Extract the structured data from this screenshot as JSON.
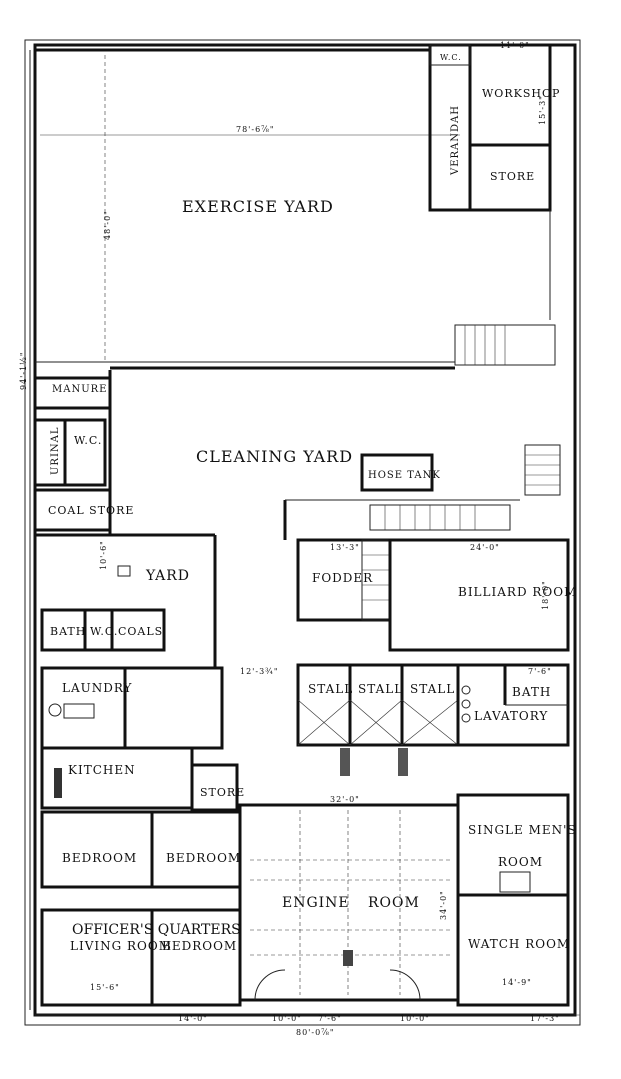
{
  "rooms": {
    "exercise_yard": "EXERCISE YARD",
    "workshop": "WORKSHOP",
    "verandah": "VERANDAH",
    "store_top": "STORE",
    "wc_top": "W.C.",
    "manure": "MANURE",
    "urinal": "URINAL",
    "wc_left": "W.C.",
    "cleaning_yard": "CLEANING YARD",
    "hose_tank": "HOSE TANK",
    "coal_store": "COAL STORE",
    "yard": "YARD",
    "fodder": "FODDER",
    "billiard_room": "BILLIARD ROOM",
    "bath_left": "BATH",
    "wc_mid": "W.C.",
    "coals": "COALS",
    "laundry": "LAUNDRY",
    "stall_1": "STALL",
    "stall_2": "STALL",
    "stall_3": "STALL",
    "bath_right": "BATH",
    "lavatory": "LAVATORY",
    "kitchen": "KITCHEN",
    "store_mid": "STORE",
    "bedroom_left": "BEDROOM",
    "bedroom_mid": "BEDROOM",
    "single_mens_room_1": "SINGLE MEN'S",
    "single_mens_room_2": "ROOM",
    "engine_room": "ENGINE",
    "engine_room_room": "ROOM",
    "officers_quarters": "OFFICER'S QUARTERS",
    "living_room": "LIVING ROOM",
    "bedroom_bottom": "BEDROOM",
    "watch_room": "WATCH ROOM"
  },
  "dimensions": {
    "exercise_yard_width": "78'-6⅞\"",
    "exercise_yard_height": "48'-0\"",
    "total_width": "80'-0⅞\"",
    "workshop_side": "15'-3\"",
    "fodder_width": "13'-3\"",
    "billiard_width": "24'-0\"",
    "billiard_depth": "18'-0\"",
    "laundry_width": "12'-3¾\"",
    "engine_room_width": "32'-0\"",
    "engine_room_depth": "34'-0\"",
    "living_room_width": "15'-6\"",
    "watch_room_width": "14'-9\"",
    "yard_depth": "10'-6\"",
    "left_height": "94'-1½\"",
    "bath_width": "7'-6\"",
    "store_top_width": "11'-0\"",
    "bottom_seg_1": "10'-0\"",
    "bottom_seg_2": "7'-6\"",
    "bottom_seg_3": "10'-0\"",
    "bottom_seg_4": "14'-0\"",
    "bottom_seg_5": "17'-3\""
  }
}
